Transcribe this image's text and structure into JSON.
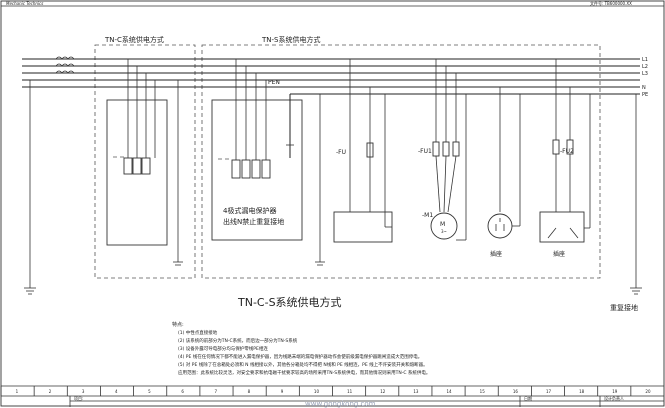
{
  "header": {
    "left_text": "Mechanic Technics",
    "right_text": "文件号: TB600000.XX"
  },
  "sections": {
    "tn_c_title": "TN-C系统供电方式",
    "tn_s_title": "TN-S系统供电方式"
  },
  "bus_labels": [
    "L1",
    "L2",
    "L3",
    "N",
    "PE"
  ],
  "pen_label": "PEN",
  "components": {
    "fu_a": "-FU",
    "fu_b": "-FU1",
    "fu_c": "-FU2",
    "motor": "-M1",
    "motor_symbol": "M",
    "motor_sub": "3~",
    "socket_1": "插座",
    "socket_2": "插座",
    "rcd_line1": "4极式漏电保护器",
    "rcd_line2": "出线N禁止重复接地"
  },
  "main_title": "TN-C-S系统供电方式",
  "repeat_ground": "重复接地",
  "notes": {
    "heading": "特点:",
    "lines": [
      "(1) 中性点直接接地",
      "(2) 该系统的前部分为TN-C系统，而后边一部分为TN-S系统",
      "(3) 设备外露可导电部分均与保护零线PE相连",
      "(4) PE 线在任何情况下都不能进入漏电保护器，因为线路末端的漏电保护器动作会使前级漏电保护器跳闸造成大范围停电。",
      "(5) 对 PE 线除了在总箱处必须和 N 线相接以外，其他各分箱处均不得把 N线和 PE 线相连，PE 线上不许安装开关和熔断器。",
      "应用范围：此系统比较灵活，对安全要求和抗电磁干扰要求较高的场所采用TN-S系统供电，而其他情况则采用TN-C 系统供电。"
    ]
  },
  "grid_numbers": [
    "1",
    "2",
    "3",
    "4",
    "5",
    "6",
    "7",
    "8",
    "9",
    "10",
    "11",
    "12",
    "13",
    "14",
    "15",
    "16",
    "17",
    "18",
    "19",
    "20"
  ],
  "title_block": {
    "cell_1": "项目:",
    "cell_2": "设计负责人",
    "cell_3": "日期"
  },
  "watermark": "www.gongkong.com"
}
